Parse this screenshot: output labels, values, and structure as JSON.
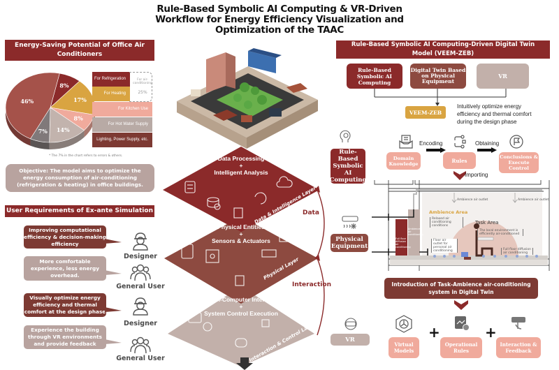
{
  "title": "Rule-Based Symbolic AI Computing & VR-Driven Workflow for Energy Efficiency Visualization and Optimization of the TAAC",
  "left": {
    "energy_banner": "Energy-Saving Potential of Office Air Conditioners",
    "pie_note": "* The 7% in the chart refers to errors & others.",
    "ac_group_label": "For air-conditioning",
    "ac_group_value": "25%",
    "objective": "Objective: The model aims to optimize the energy consumption of air-conditioning (refrigeration & heating) in office buildings.",
    "user_banner": "User Requirements of Ex-ante Simulation",
    "requirements": [
      {
        "text": "Improving computational efficiency & decision-making efficiency",
        "role": "Designer",
        "color": "#7d3a33"
      },
      {
        "text": "More comfortable experience, less energy overhead.",
        "role": "General User",
        "color": "#b8a39f"
      },
      {
        "text": "Visually optimize energy efficiency and thermal comfort at the design phase",
        "role": "Designer",
        "color": "#7d3a33"
      },
      {
        "text": "Experience the building through VR environments and provide feedback",
        "role": "General User",
        "color": "#b8a39f"
      }
    ]
  },
  "chart_data": {
    "type": "pie",
    "title": "Energy-Saving Potential of Office Air Conditioners",
    "slices": [
      {
        "label": "For Refrigeration",
        "value": 8,
        "color": "#8b2a2a"
      },
      {
        "label": "For Heating",
        "value": 17,
        "color": "#d9a441"
      },
      {
        "label": "For Kitchen Use",
        "value": 8,
        "color": "#f0aa9c"
      },
      {
        "label": "For Hot Water Supply",
        "value": 14,
        "color": "#c2b3ad"
      },
      {
        "label": "Errors & others",
        "value": 7,
        "color": "#80797a"
      },
      {
        "label": "Lighting, Power Supply, etc.",
        "value": 46,
        "color": "#a5524a"
      }
    ],
    "legend": [
      "For Refrigeration",
      "For Heating",
      "For Kitchen Use",
      "For Hot Water Supply",
      "Lighting, Power Supply, etc."
    ],
    "legend_colors": [
      "#8b2a2a",
      "#d9a441",
      "#f0aa9c",
      "#b8aaa5",
      "#7d3a33"
    ],
    "annotation": "For air-conditioning 25%"
  },
  "center": {
    "layers": [
      {
        "title_line1": "Data Processing",
        "plus": "+",
        "title_line2": "Intelligent Analysis",
        "name": "Data & Intelligence Layer",
        "color": "#8b2a2a"
      },
      {
        "title_line1": "Physical Entities",
        "plus": "+",
        "title_line2": "Sensors & Actuators",
        "name": "Physical Layer",
        "color": "#8d4a40"
      },
      {
        "title_line1": "Human-Computer Interaction",
        "plus": "+",
        "title_line2": "System Control Execution",
        "name": "Interaction & Control Layer",
        "color": "#c2b0aa"
      }
    ],
    "flow_data": "Data",
    "flow_interaction": "Interaction",
    "side_boxes": [
      {
        "label": "Rule-Based Symbolic AI Computing",
        "color": "#8b2a2a"
      },
      {
        "label": "Physical Equipment",
        "color": "#8d4a40"
      },
      {
        "label": "VR",
        "color": "#c2b0aa"
      }
    ]
  },
  "right": {
    "banner": "Rule-Based Symbolic AI Computing-Driven Digital Twin Model (VEEM-ZEB)",
    "components": [
      {
        "label": "Rule-Based Symbolic AI Computing",
        "color": "#8b2a2a"
      },
      {
        "label": "Digital Twin Based on Physical Equipment",
        "color": "#8d4a40"
      },
      {
        "label": "VR",
        "color": "#c2b0aa"
      }
    ],
    "veem_label": "VEEM-ZEB",
    "veem_desc": "Intuitively optimize energy efficiency and thermal comfort during the design phase",
    "process": {
      "steps": [
        "Domain Knowledge",
        "Rules",
        "Conclusions & Execute Control"
      ],
      "encoding": "Encoding",
      "obtaining": "Obtaining",
      "importing": "Importing"
    },
    "diagram": {
      "ambience_area": "Ambience Area",
      "task_area": "Task Area",
      "ambience_outlet": "Ambience air outlet",
      "relaxed": "Relaxed air conditioning conditions",
      "local_env": "The local environment is efficiently air-conditioned",
      "floor_outlet": "Floor air outlet for personal air conditioning",
      "full_floor": "Full floor diffusion air conditioning",
      "unit_1": "Full floor diffusion air conditioning",
      "unit_2": "Ambience air conditioning"
    },
    "intro_banner": "Introduction of Task-Ambience air-conditioning system in Digital Twin",
    "outputs": [
      "Virtual Models",
      "Operational Rules",
      "Interaction & Feedback"
    ],
    "plus": "+"
  }
}
